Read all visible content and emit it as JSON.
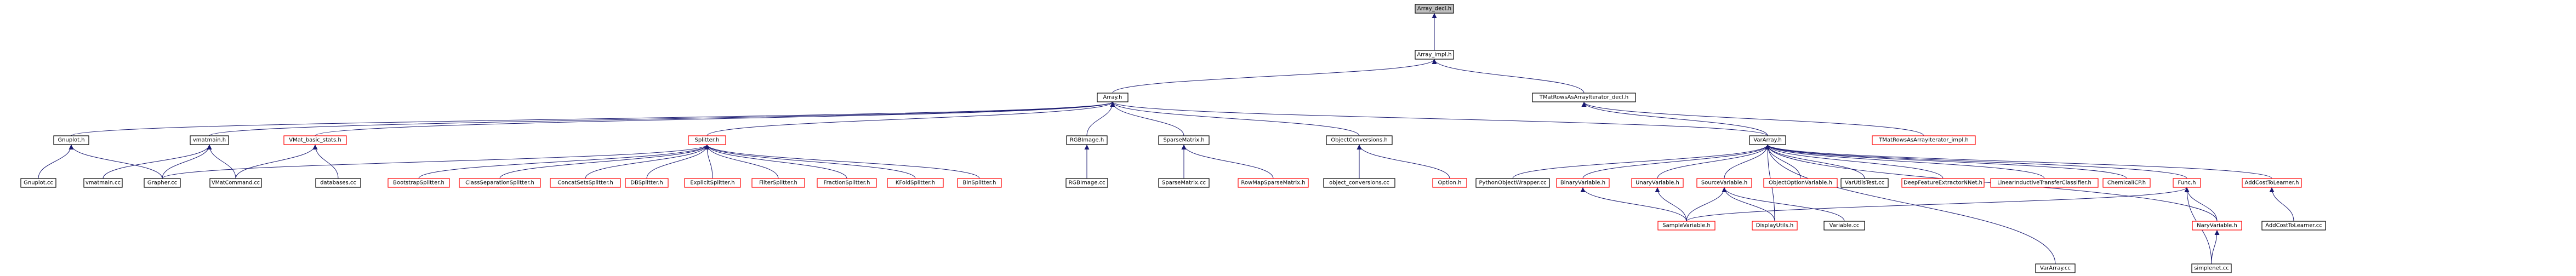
{
  "nodes": [
    {
      "id": "array_decl",
      "label": "Array_decl.h",
      "style": "root"
    },
    {
      "id": "array_impl",
      "label": "Array_impl.h",
      "style": "black"
    },
    {
      "id": "array_h",
      "label": "Array.h",
      "style": "black"
    },
    {
      "id": "tmat_decl",
      "label": "TMatRowsAsArrayIterator_decl.h",
      "style": "black"
    },
    {
      "id": "gnuplot_h",
      "label": "Gnuplot.h",
      "style": "black"
    },
    {
      "id": "vmatmain_h",
      "label": "vmatmain.h",
      "style": "black"
    },
    {
      "id": "vmat_basic",
      "label": "VMat_basic_stats.h",
      "style": "red"
    },
    {
      "id": "splitter_h",
      "label": "Splitter.h",
      "style": "red"
    },
    {
      "id": "rgbimage_h",
      "label": "RGBImage.h",
      "style": "black"
    },
    {
      "id": "sparsematrix_h",
      "label": "SparseMatrix.h",
      "style": "black"
    },
    {
      "id": "objconv_h",
      "label": "ObjectConversions.h",
      "style": "black"
    },
    {
      "id": "vararray_h",
      "label": "VarArray.h",
      "style": "black"
    },
    {
      "id": "tmat_impl",
      "label": "TMatRowsAsArrayIterator_impl.h",
      "style": "red"
    },
    {
      "id": "gnuplot_cc",
      "label": "Gnuplot.cc",
      "style": "black"
    },
    {
      "id": "vmatmain_cc",
      "label": "vmatmain.cc",
      "style": "black"
    },
    {
      "id": "grapher_cc",
      "label": "Grapher.cc",
      "style": "black"
    },
    {
      "id": "vmatcommand_cc",
      "label": "VMatCommand.cc",
      "style": "black"
    },
    {
      "id": "databases_cc",
      "label": "databases.cc",
      "style": "black"
    },
    {
      "id": "bootstrap",
      "label": "BootstrapSplitter.h",
      "style": "red"
    },
    {
      "id": "classsep",
      "label": "ClassSeparationSplitter.h",
      "style": "red"
    },
    {
      "id": "concatsets",
      "label": "ConcatSetsSplitter.h",
      "style": "red"
    },
    {
      "id": "dbsplitter",
      "label": "DBSplitter.h",
      "style": "red"
    },
    {
      "id": "explicitsplitter",
      "label": "ExplicitSplitter.h",
      "style": "red"
    },
    {
      "id": "filtersplitter",
      "label": "FilterSplitter.h",
      "style": "red"
    },
    {
      "id": "fractionsplitter",
      "label": "FractionSplitter.h",
      "style": "red"
    },
    {
      "id": "kfoldsplitter",
      "label": "KFoldSplitter.h",
      "style": "red"
    },
    {
      "id": "binsplitter",
      "label": "BinSplitter.h",
      "style": "red"
    },
    {
      "id": "rgbimage_cc",
      "label": "RGBImage.cc",
      "style": "black"
    },
    {
      "id": "sparsematrix_cc",
      "label": "SparseMatrix.cc",
      "style": "black"
    },
    {
      "id": "rowmapsparse",
      "label": "RowMapSparseMatrix.h",
      "style": "red"
    },
    {
      "id": "objconv_cc",
      "label": "object_conversions.cc",
      "style": "black"
    },
    {
      "id": "option_h",
      "label": "Option.h",
      "style": "red"
    },
    {
      "id": "pyobjwrap",
      "label": "PythonObjectWrapper.cc",
      "style": "black"
    },
    {
      "id": "binaryvar",
      "label": "BinaryVariable.h",
      "style": "red"
    },
    {
      "id": "unaryvar",
      "label": "UnaryVariable.h",
      "style": "red"
    },
    {
      "id": "sourcevar",
      "label": "SourceVariable.h",
      "style": "red"
    },
    {
      "id": "objoptvar",
      "label": "ObjectOptionVariable.h",
      "style": "red"
    },
    {
      "id": "varutilstest",
      "label": "VarUtilsTest.cc",
      "style": "black"
    },
    {
      "id": "deepfeat",
      "label": "DeepFeatureExtractorNNet.h",
      "style": "red"
    },
    {
      "id": "linearind",
      "label": "LinearInductiveTransferClassifier.h",
      "style": "red"
    },
    {
      "id": "chemicalicp",
      "label": "ChemicalICP.h",
      "style": "red"
    },
    {
      "id": "func_h",
      "label": "Func.h",
      "style": "red"
    },
    {
      "id": "addcost_h",
      "label": "AddCostToLearner.h",
      "style": "red"
    },
    {
      "id": "samplevar",
      "label": "SampleVariable.h",
      "style": "red"
    },
    {
      "id": "displayutils",
      "label": "DisplayUtils.h",
      "style": "red"
    },
    {
      "id": "variable_cc",
      "label": "Variable.cc",
      "style": "black"
    },
    {
      "id": "naryvar",
      "label": "NaryVariable.h",
      "style": "red"
    },
    {
      "id": "addcost_cc",
      "label": "AddCostToLearner.cc",
      "style": "black"
    },
    {
      "id": "vararray_cc",
      "label": "VarArray.cc",
      "style": "black"
    },
    {
      "id": "simplenet_cc",
      "label": "simplenet.cc",
      "style": "black"
    }
  ],
  "edges": [
    [
      "array_impl",
      "array_decl"
    ],
    [
      "array_h",
      "array_impl"
    ],
    [
      "tmat_decl",
      "array_impl"
    ],
    [
      "gnuplot_h",
      "array_h"
    ],
    [
      "vmatmain_h",
      "array_h"
    ],
    [
      "vmat_basic",
      "array_h"
    ],
    [
      "splitter_h",
      "array_h"
    ],
    [
      "rgbimage_h",
      "array_h"
    ],
    [
      "sparsematrix_h",
      "array_h"
    ],
    [
      "objconv_h",
      "array_h"
    ],
    [
      "vararray_h",
      "array_h"
    ],
    [
      "vararray_h",
      "tmat_decl"
    ],
    [
      "tmat_impl",
      "tmat_decl"
    ],
    [
      "gnuplot_cc",
      "gnuplot_h"
    ],
    [
      "grapher_cc",
      "gnuplot_h"
    ],
    [
      "vmatmain_cc",
      "vmatmain_h"
    ],
    [
      "grapher_cc",
      "vmatmain_h"
    ],
    [
      "vmatcommand_cc",
      "vmatmain_h"
    ],
    [
      "vmatcommand_cc",
      "vmat_basic"
    ],
    [
      "databases_cc",
      "vmat_basic"
    ],
    [
      "bootstrap",
      "splitter_h"
    ],
    [
      "classsep",
      "splitter_h"
    ],
    [
      "concatsets",
      "splitter_h"
    ],
    [
      "dbsplitter",
      "splitter_h"
    ],
    [
      "explicitsplitter",
      "splitter_h"
    ],
    [
      "filtersplitter",
      "splitter_h"
    ],
    [
      "fractionsplitter",
      "splitter_h"
    ],
    [
      "kfoldsplitter",
      "splitter_h"
    ],
    [
      "binsplitter",
      "splitter_h"
    ],
    [
      "grapher_cc",
      "splitter_h"
    ],
    [
      "rgbimage_cc",
      "rgbimage_h"
    ],
    [
      "sparsematrix_cc",
      "sparsematrix_h"
    ],
    [
      "rowmapsparse",
      "sparsematrix_h"
    ],
    [
      "objconv_cc",
      "objconv_h"
    ],
    [
      "option_h",
      "objconv_h"
    ],
    [
      "pyobjwrap",
      "vararray_h"
    ],
    [
      "binaryvar",
      "vararray_h"
    ],
    [
      "unaryvar",
      "vararray_h"
    ],
    [
      "sourcevar",
      "vararray_h"
    ],
    [
      "objoptvar",
      "vararray_h"
    ],
    [
      "varutilstest",
      "vararray_h"
    ],
    [
      "deepfeat",
      "vararray_h"
    ],
    [
      "linearind",
      "vararray_h"
    ],
    [
      "chemicalicp",
      "vararray_h"
    ],
    [
      "func_h",
      "vararray_h"
    ],
    [
      "addcost_h",
      "vararray_h"
    ],
    [
      "naryvar",
      "vararray_h"
    ],
    [
      "vararray_cc",
      "vararray_h"
    ],
    [
      "displayutils",
      "vararray_h"
    ],
    [
      "samplevar",
      "binaryvar"
    ],
    [
      "samplevar",
      "unaryvar"
    ],
    [
      "samplevar",
      "sourcevar"
    ],
    [
      "displayutils",
      "sourcevar"
    ],
    [
      "variable_cc",
      "sourcevar"
    ],
    [
      "samplevar",
      "func_h"
    ],
    [
      "naryvar",
      "func_h"
    ],
    [
      "simplenet_cc",
      "func_h"
    ],
    [
      "addcost_cc",
      "addcost_h"
    ],
    [
      "simplenet_cc",
      "naryvar"
    ]
  ]
}
